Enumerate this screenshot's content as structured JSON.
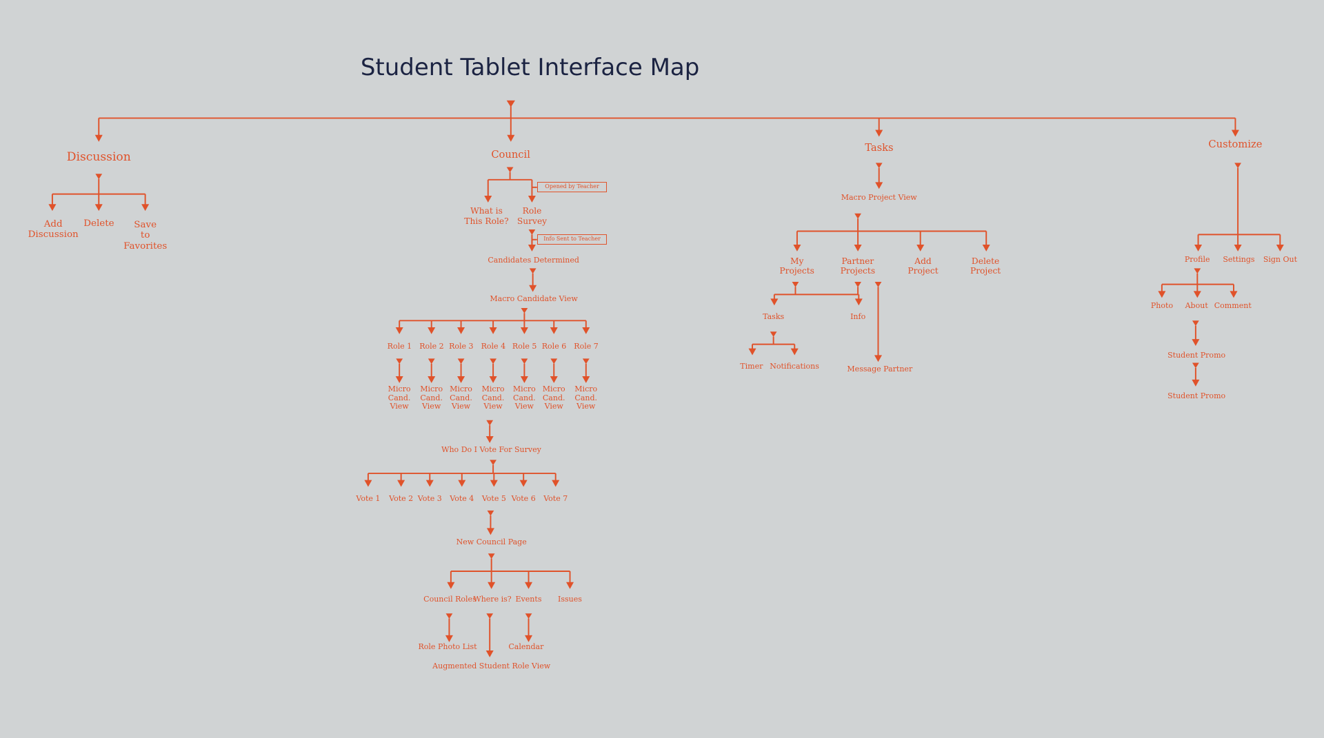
{
  "title": "Student Tablet Interface Map",
  "colors": {
    "accent": "#e0522a",
    "title": "#1b2342",
    "background": "#d0d3d4"
  },
  "nodes": {
    "discussion": "Discussion",
    "add_discussion": "Add\nDiscussion",
    "delete": "Delete",
    "save_favorites": "Save\nto\nFavorites",
    "council": "Council",
    "what_is_role": "What is\nThis Role?",
    "role_survey": "Role\nSurvey",
    "opened_by_teacher": "Opened by Teacher",
    "info_sent_teacher": "Info Sent to Teacher",
    "candidates_determined": "Candidates Determined",
    "macro_candidate_view": "Macro Candidate View",
    "role_1": "Role 1",
    "role_2": "Role 2",
    "role_3": "Role 3",
    "role_4": "Role 4",
    "role_5": "Role 5",
    "role_6": "Role 6",
    "role_7": "Role 7",
    "micro_cand_view": "Micro\nCand.\nView",
    "who_do_i_vote": "Who Do I Vote For Survey",
    "vote_1": "Vote 1",
    "vote_2": "Vote 2",
    "vote_3": "Vote 3",
    "vote_4": "Vote 4",
    "vote_5": "Vote 5",
    "vote_6": "Vote 6",
    "vote_7": "Vote 7",
    "new_council_page": "New Council Page",
    "council_roles": "Council Roles",
    "where_is": "Where is?",
    "events": "Events",
    "issues": "Issues",
    "role_photo_list": "Role Photo List",
    "calendar": "Calendar",
    "augmented_role_view": "Augmented Student Role View",
    "tasks": "Tasks",
    "macro_project_view": "Macro Project View",
    "my_projects": "My\nProjects",
    "partner_projects": "Partner\nProjects",
    "add_project": "Add\nProject",
    "delete_project": "Delete\nProject",
    "tasks_sub": "Tasks",
    "info": "Info",
    "timer": "Timer",
    "notifications": "Notifications",
    "message_partner": "Message Partner",
    "customize": "Customize",
    "profile": "Profile",
    "settings": "Settings",
    "sign_out": "Sign Out",
    "photo": "Photo",
    "about": "About",
    "comment": "Comment",
    "student_promo_1": "Student Promo",
    "student_promo_2": "Student Promo"
  }
}
